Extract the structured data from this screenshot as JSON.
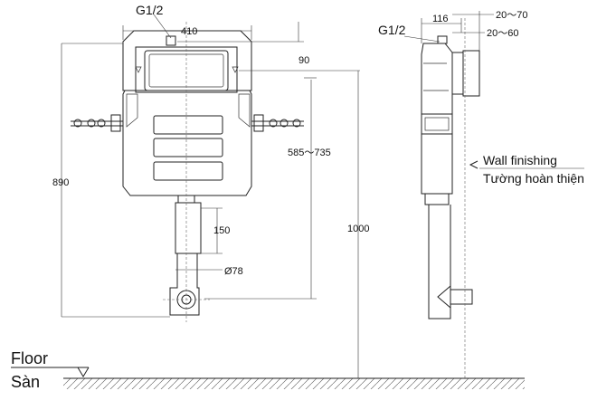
{
  "labels": {
    "g12_front": "G1/2",
    "g12_side": "G1/2",
    "wall_en": "Wall finishing",
    "wall_vi": "Tường hoàn thiện",
    "floor_en": "Floor",
    "floor_vi": "Sàn"
  },
  "dimensions": {
    "width_410": "410",
    "top_90": "90",
    "range_585_735": "585～735",
    "height_890": "890",
    "height_1000": "1000",
    "pipe_150": "150",
    "dia_78": "Ø78",
    "depth_116": "116",
    "range_20_70": "20～70",
    "range_20_60": "20～60"
  }
}
